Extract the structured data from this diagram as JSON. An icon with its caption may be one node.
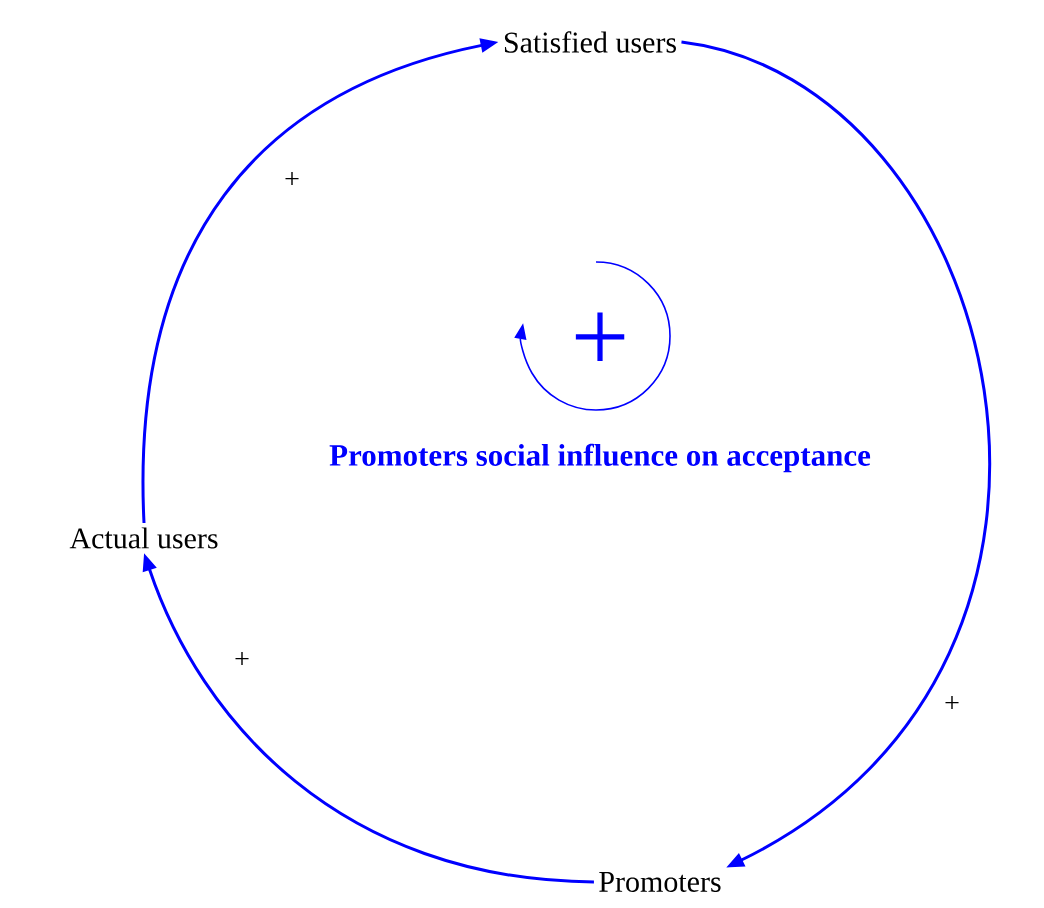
{
  "diagram": {
    "nodes": [
      {
        "text": [
          "Satisfied users"
        ]
      },
      {
        "text": [
          "Promoters"
        ]
      },
      {
        "text": [
          "Actual users"
        ]
      }
    ],
    "edges": [
      {
        "from": 0,
        "to": 1,
        "arrow": "to",
        "label": "+"
      },
      {
        "from": 1,
        "to": 2,
        "arrow": "to",
        "label": "+"
      },
      {
        "from": 2,
        "to": 0,
        "arrow": "to",
        "label": "+"
      }
    ],
    "labels": [
      "+",
      "Promoters social influence on acceptance"
    ]
  }
}
